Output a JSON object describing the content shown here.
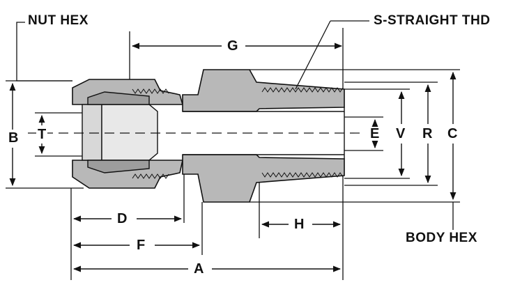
{
  "callouts": {
    "nut_hex": "NUT HEX",
    "straight_thread": "S-STRAIGHT THD",
    "body_hex": "BODY HEX"
  },
  "dimensions": {
    "a": "A",
    "b": "B",
    "c": "C",
    "d": "D",
    "e": "E",
    "f": "F",
    "g": "G",
    "h": "H",
    "r": "R",
    "t": "T",
    "v": "V"
  },
  "colors": {
    "line": "#111111",
    "metal": "#b8b8b8",
    "metal_dark": "#8f8f8f",
    "background": "#ffffff"
  }
}
